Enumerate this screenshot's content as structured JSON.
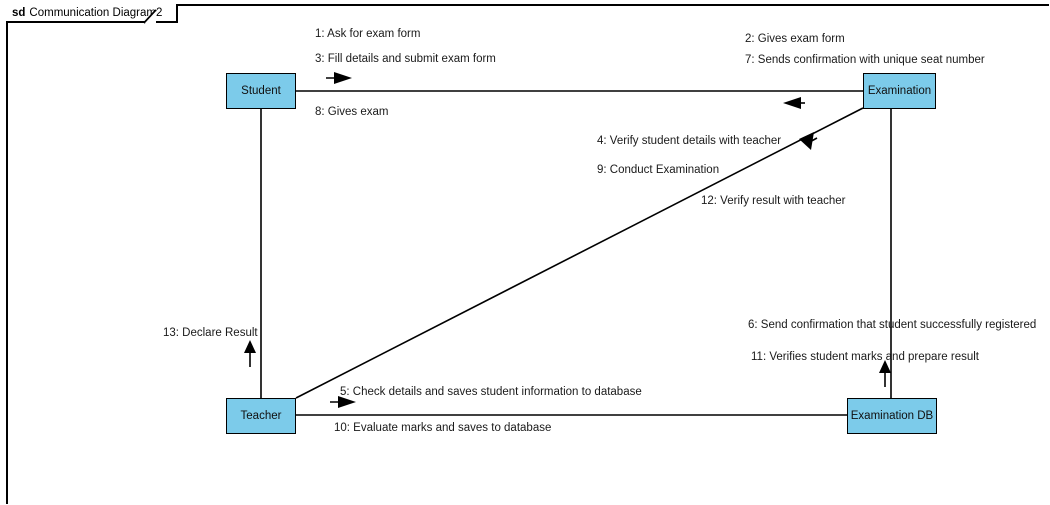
{
  "frame": {
    "keyword": "sd",
    "title": "Communication Diagram2"
  },
  "colors": {
    "node_fill": "#7CCBEA",
    "node_stroke": "#000000",
    "line": "#000000",
    "text": "#1a1a1a",
    "background": "#ffffff"
  },
  "nodes": [
    {
      "id": "student",
      "label": "Student"
    },
    {
      "id": "examination",
      "label": "Examination"
    },
    {
      "id": "teacher",
      "label": "Teacher"
    },
    {
      "id": "examinationdb",
      "label": "Examination DB"
    }
  ],
  "messages": [
    {
      "seq": "1",
      "text": "1: Ask for exam form"
    },
    {
      "seq": "3",
      "text": "3: Fill details and submit exam form"
    },
    {
      "seq": "8",
      "text": "8: Gives exam"
    },
    {
      "seq": "2",
      "text": "2: Gives exam form"
    },
    {
      "seq": "7",
      "text": "7: Sends confirmation with unique seat number"
    },
    {
      "seq": "4",
      "text": "4: Verify student details with teacher"
    },
    {
      "seq": "9",
      "text": "9: Conduct Examination"
    },
    {
      "seq": "12",
      "text": "12: Verify result with teacher"
    },
    {
      "seq": "6",
      "text": "6: Send confirmation that student successfully registered"
    },
    {
      "seq": "11",
      "text": "11: Verifies student marks and prepare result"
    },
    {
      "seq": "13",
      "text": "13: Declare Result"
    },
    {
      "seq": "5",
      "text": "5: Check details and saves student information to database"
    },
    {
      "seq": "10",
      "text": "10: Evaluate marks and saves to database"
    }
  ]
}
